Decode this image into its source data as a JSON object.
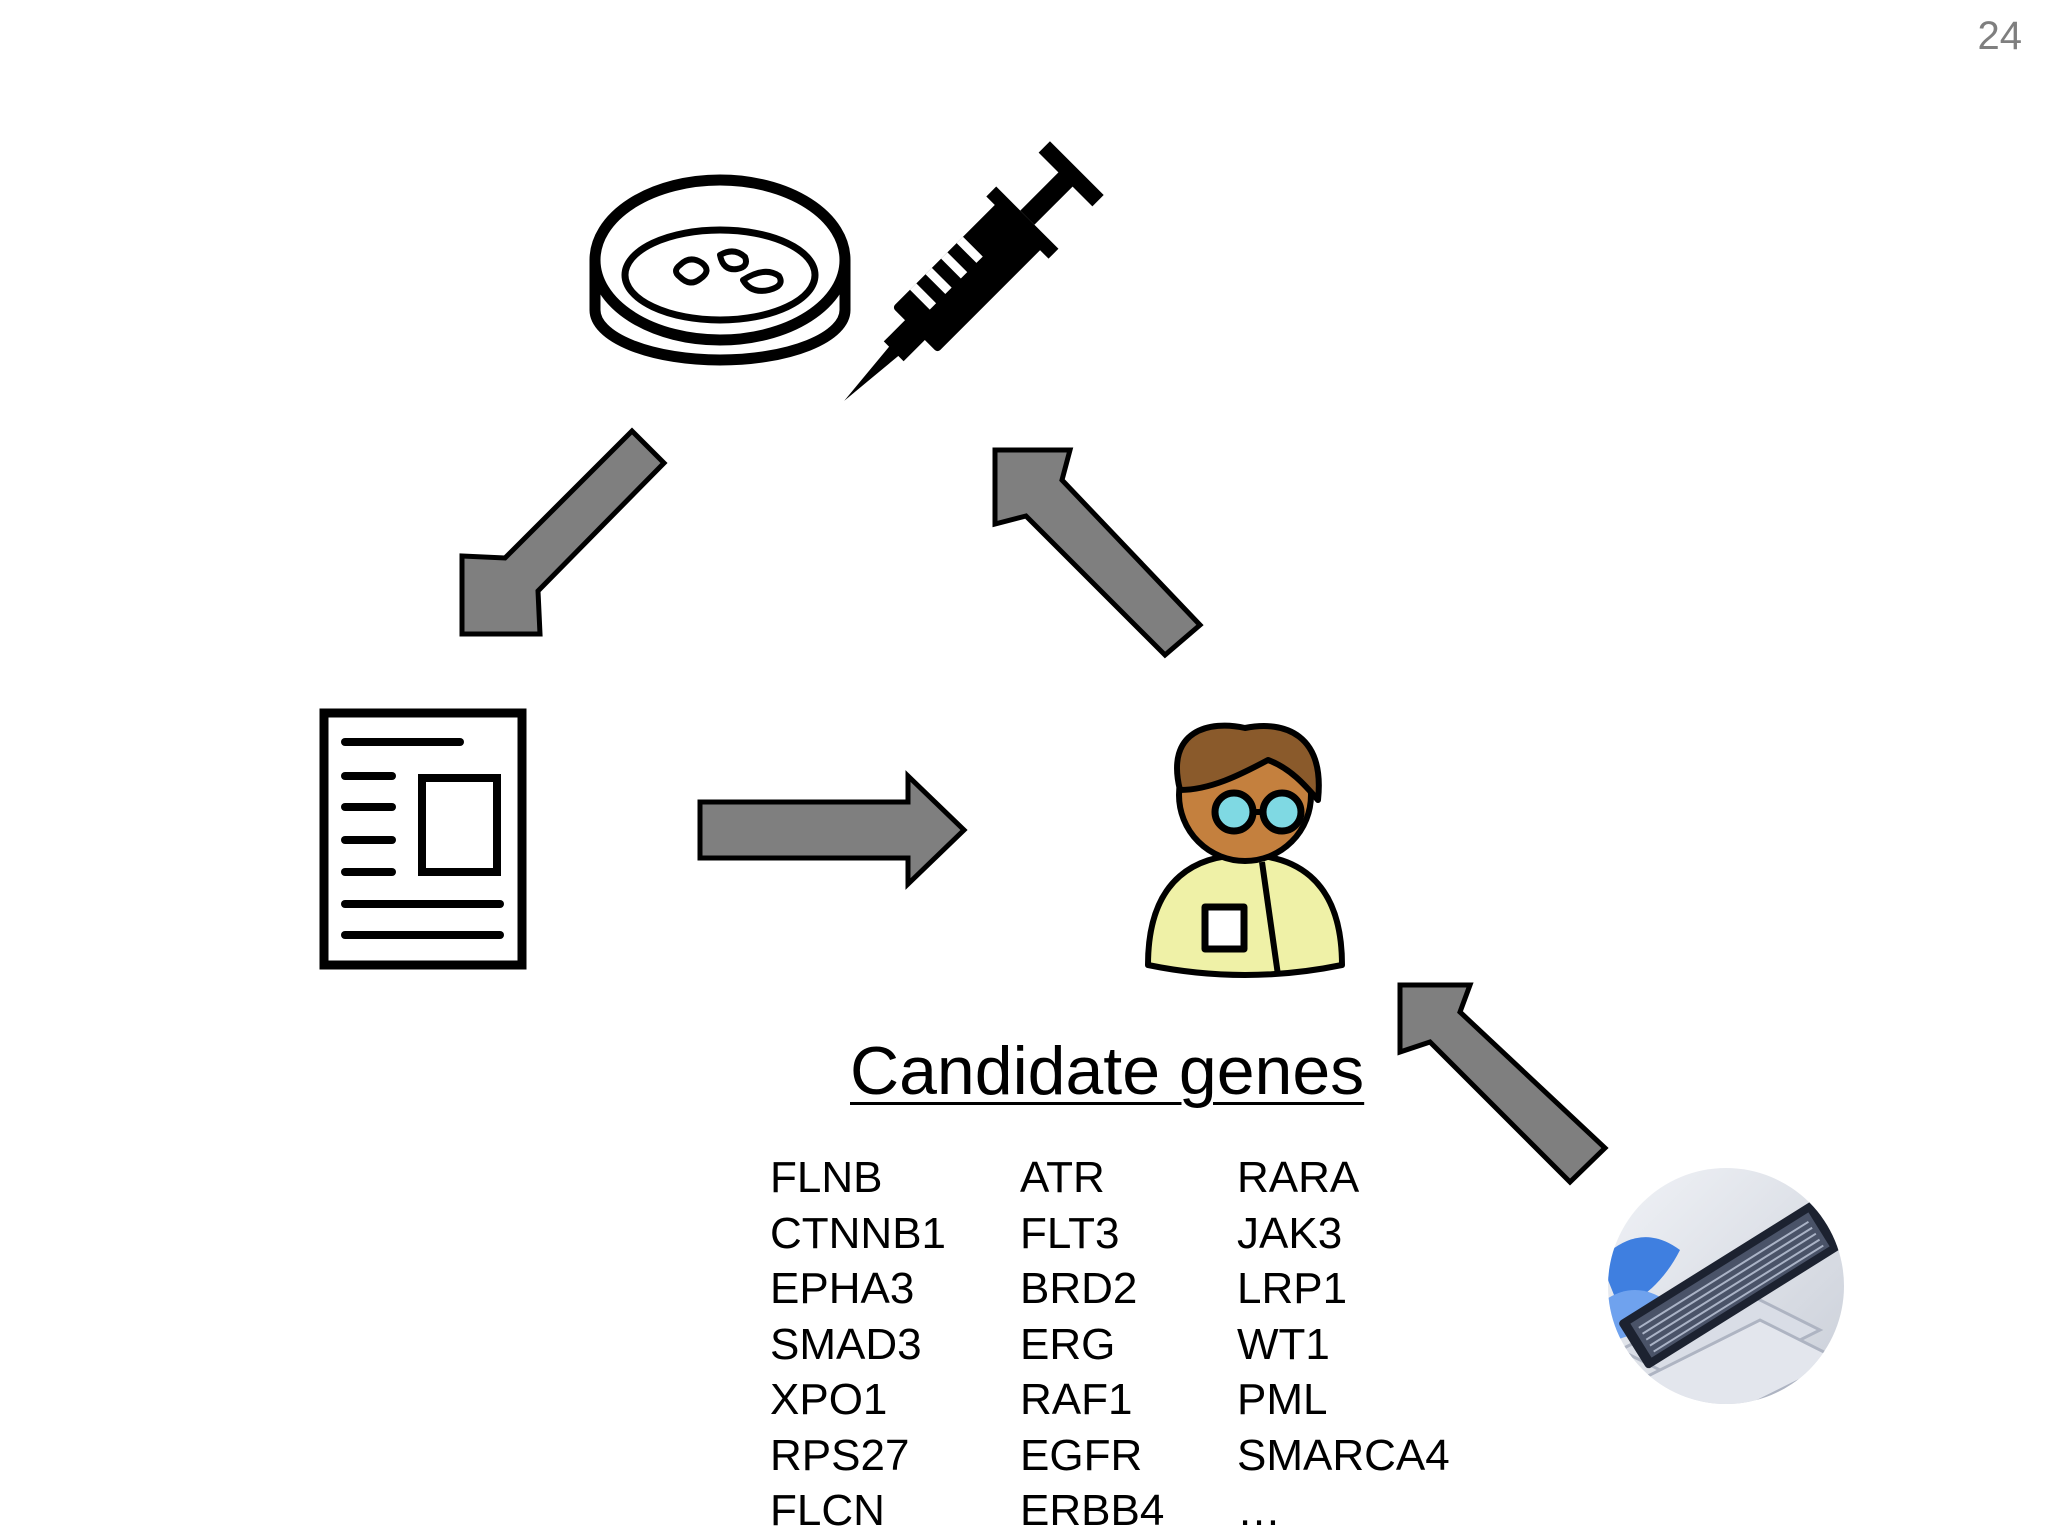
{
  "slide": {
    "page_number": "24"
  },
  "diagram": {
    "icons": [
      "petri-dish-icon",
      "syringe-icon",
      "document-icon",
      "scientist-icon",
      "microarray-chip-photo"
    ],
    "arrows": [
      "down-left",
      "right",
      "up-left",
      "up-left"
    ],
    "colors": {
      "arrow_fill": "#7f7f7f",
      "arrow_stroke": "#000000",
      "scientist_coat": "#eff1a7",
      "scientist_skin": "#c4803e",
      "scientist_hair": "#8a5a2b",
      "glasses_lens": "#7fd9e3"
    }
  },
  "candidate_genes": {
    "title": "Candidate genes",
    "columns": [
      [
        "FLNB",
        "CTNNB1",
        "EPHA3",
        "SMAD3",
        "XPO1",
        "RPS27",
        "FLCN"
      ],
      [
        "ATR",
        "FLT3",
        "BRD2",
        "ERG",
        "RAF1",
        "EGFR",
        "ERBB4"
      ],
      [
        "RARA",
        "JAK3",
        "LRP1",
        "WT1",
        "PML",
        "SMARCA4",
        "…"
      ]
    ]
  }
}
